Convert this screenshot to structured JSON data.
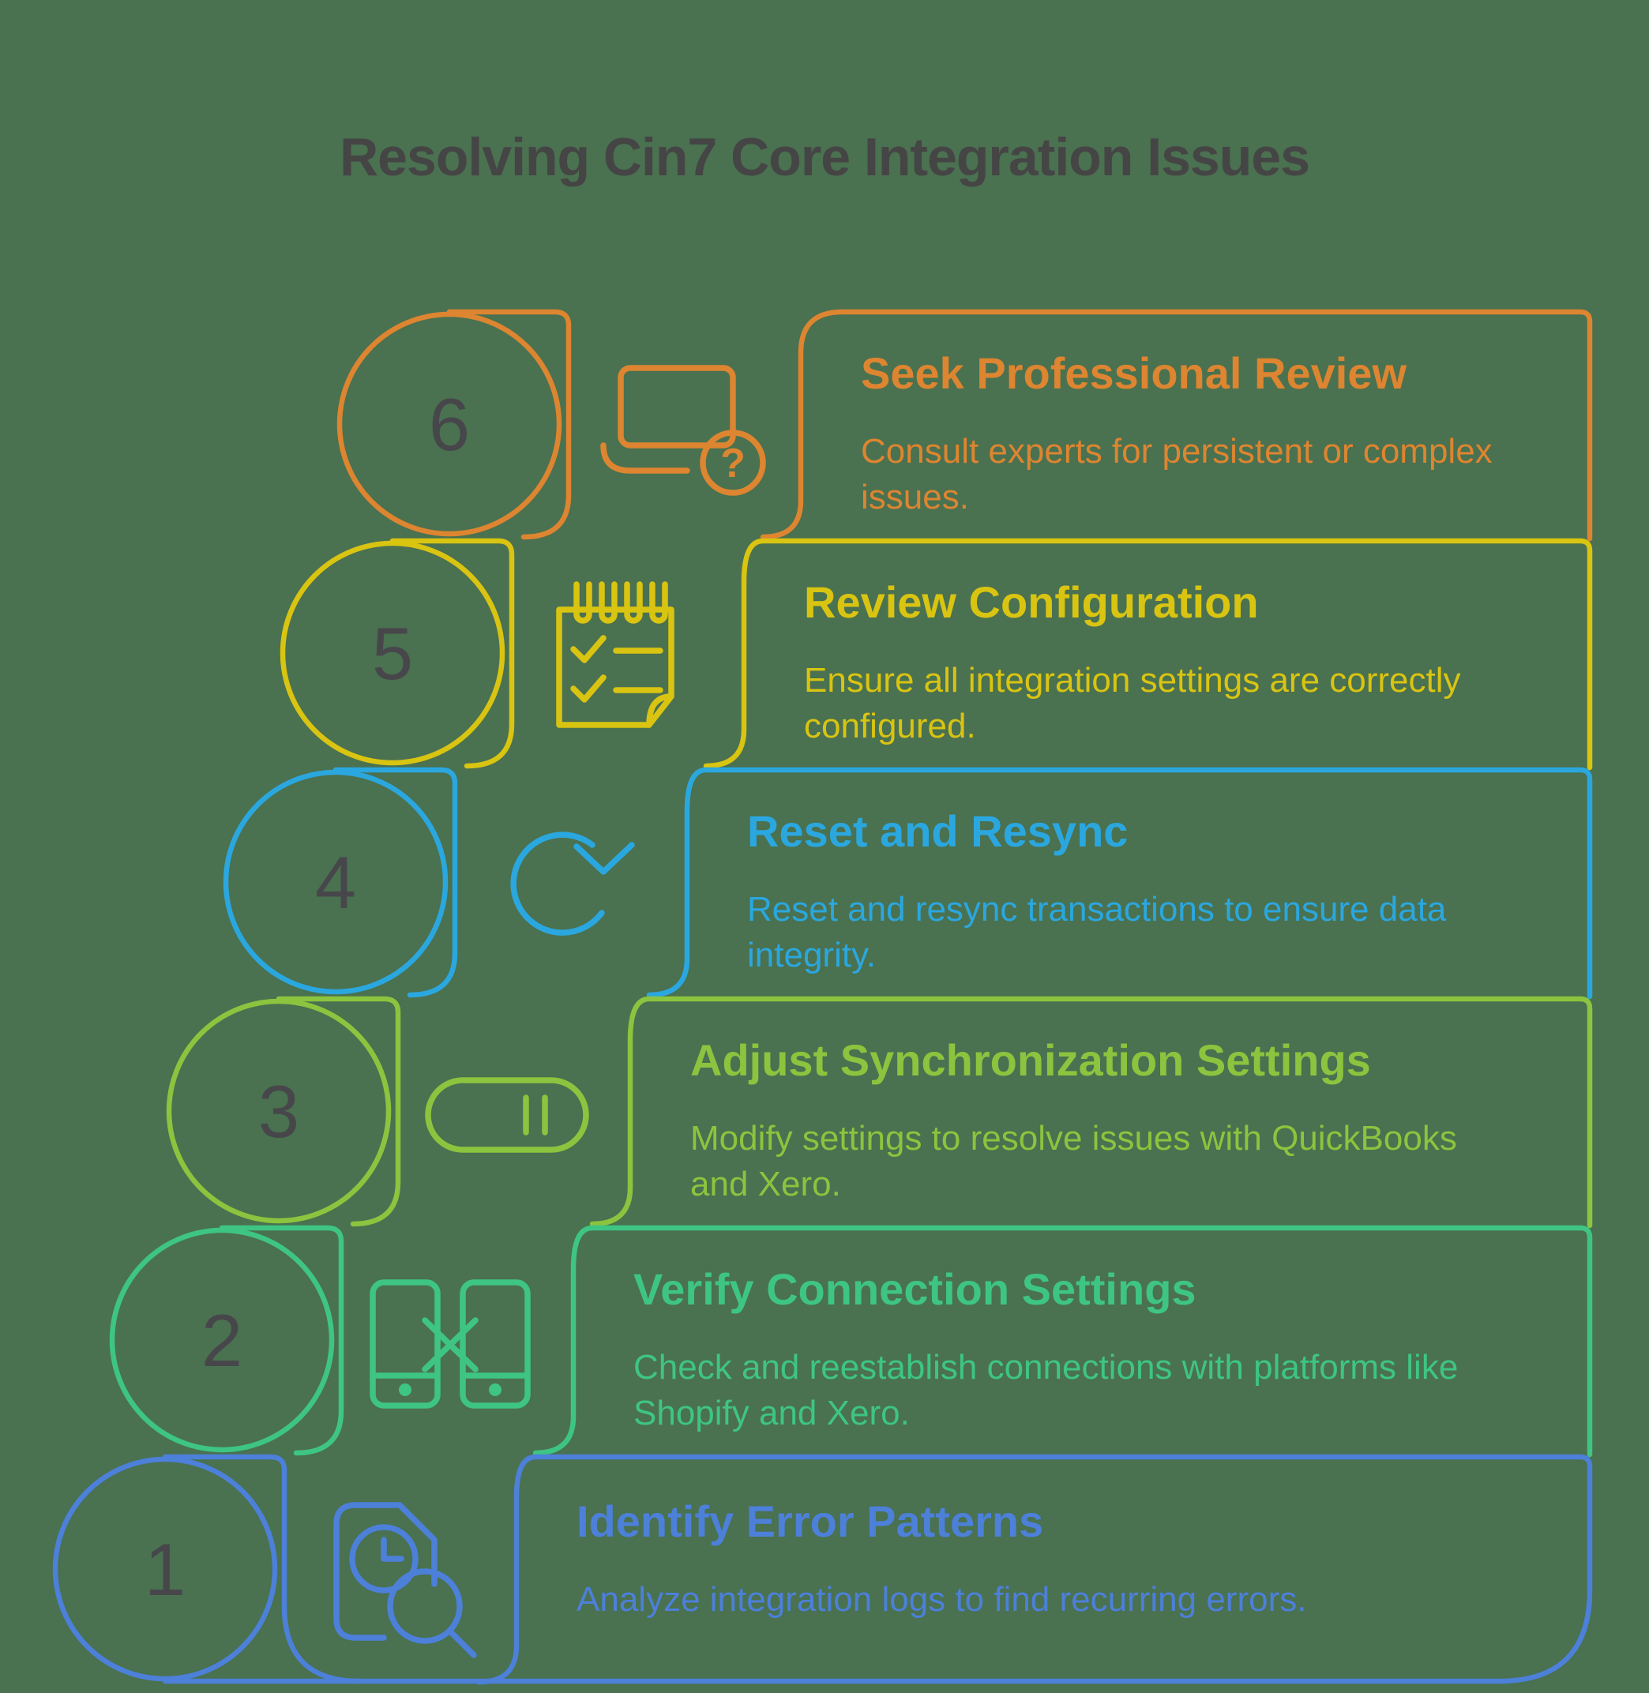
{
  "title": "Resolving Cin7 Core Integration Issues",
  "title_color": "#454545",
  "background_color": "#4A7150",
  "number_color": "#47474B",
  "icons": {
    "question_mark": "?"
  },
  "steps": [
    {
      "number": "6",
      "color": "#DD8530",
      "icon": "laptop-question-icon",
      "heading": "Seek Professional Review",
      "desc_line1": "Consult experts for persistent or complex",
      "desc_line2": "issues."
    },
    {
      "number": "5",
      "color": "#D9C411",
      "icon": "checklist-icon",
      "heading": "Review Configuration",
      "desc_line1": "Ensure all integration settings are correctly",
      "desc_line2": "configured."
    },
    {
      "number": "4",
      "color": "#2BA7DF",
      "icon": "refresh-icon",
      "heading": "Reset and Resync",
      "desc_line1": "Reset and resync transactions to ensure data",
      "desc_line2": "integrity."
    },
    {
      "number": "3",
      "color": "#8BC43E",
      "icon": "toggle-pause-icon",
      "heading": "Adjust Synchronization Settings",
      "desc_line1": "Modify settings to resolve issues with QuickBooks",
      "desc_line2": "and Xero."
    },
    {
      "number": "2",
      "color": "#3EC583",
      "icon": "phones-disconnect-icon",
      "heading": "Verify Connection Settings",
      "desc_line1": "Check and reestablish connections with platforms like",
      "desc_line2": "Shopify and Xero."
    },
    {
      "number": "1",
      "color": "#4C80D9",
      "icon": "log-search-icon",
      "heading": "Identify Error Patterns",
      "desc_line1": "Analyze integration logs to find recurring errors.",
      "desc_line2": ""
    }
  ]
}
